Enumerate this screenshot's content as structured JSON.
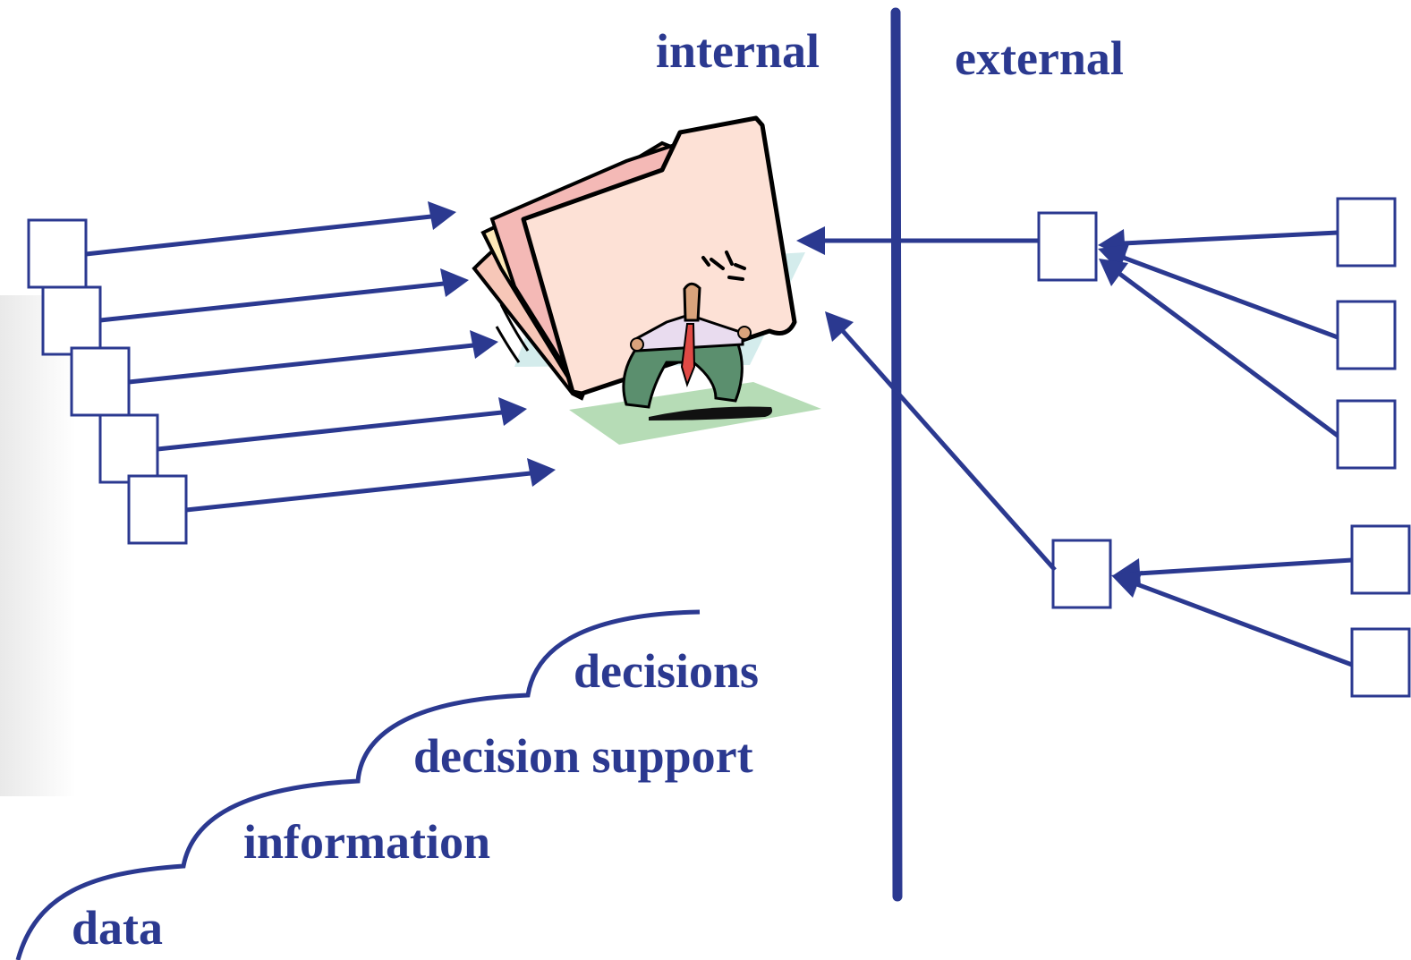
{
  "labels": {
    "internal": "internal",
    "external": "external",
    "decisions": "decisions",
    "decision_support": "decision support",
    "information": "information",
    "data": "data"
  },
  "colors": {
    "primary": "#2B3990",
    "background": "#ffffff"
  },
  "illustration": {
    "icon": "person-carrying-heavy-folders-icon"
  }
}
